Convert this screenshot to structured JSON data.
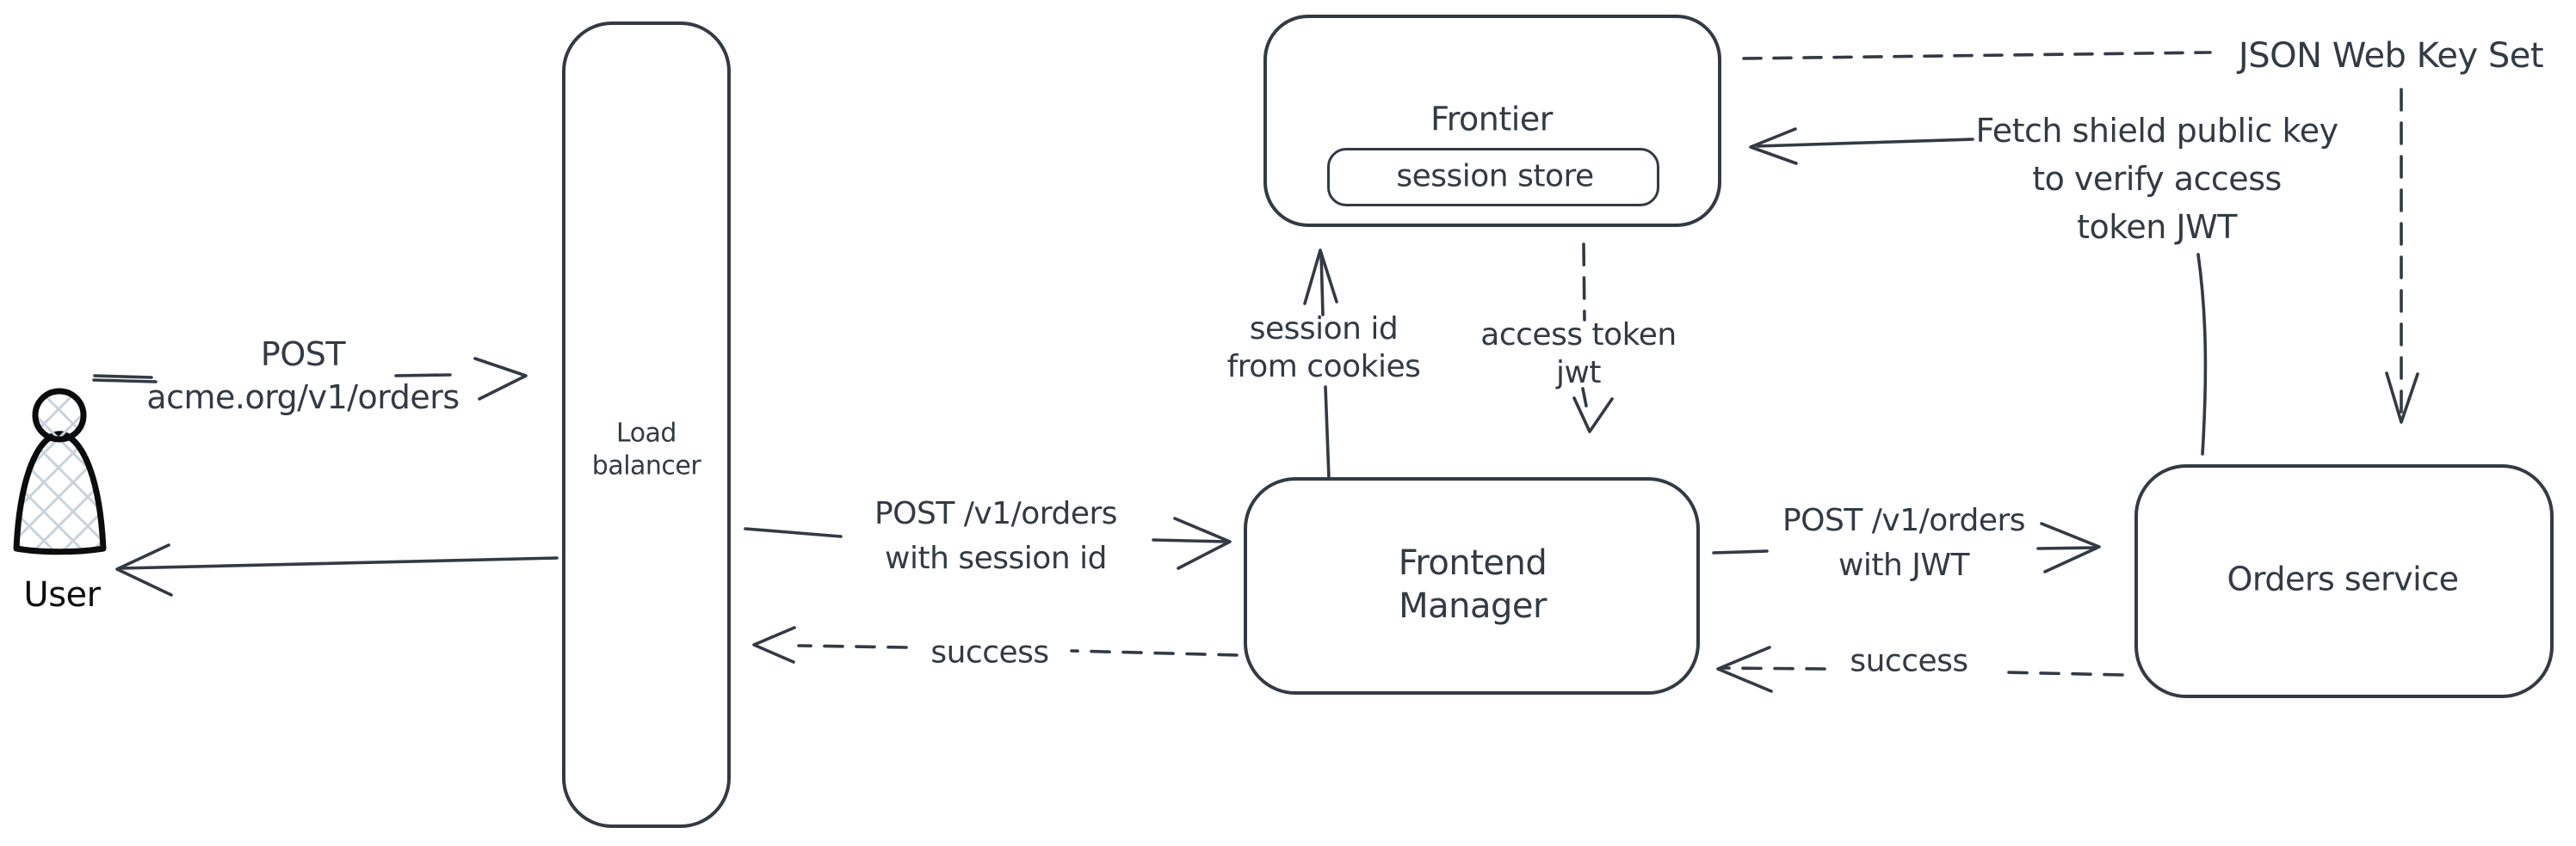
{
  "diagram": {
    "background_color": "#ffffff",
    "stroke_color": "#333a44",
    "user_stroke_color": "#0c0c0c",
    "hatch_color": "#c9d3db",
    "user": {
      "label": "User"
    },
    "nodes": {
      "load_balancer": {
        "line1": "Load",
        "line2": "balancer"
      },
      "frontier": {
        "title": "Frontier"
      },
      "session_store": {
        "label": "session store"
      },
      "frontend_manager": {
        "line1": "Frontend",
        "line2": "Manager"
      },
      "orders_service": {
        "label": "Orders service"
      }
    },
    "edges": {
      "user_request": {
        "line1": "POST",
        "line2": "acme.org/v1/orders"
      },
      "lb_to_frontend": {
        "line1": "POST /v1/orders",
        "line2": "with session id"
      },
      "frontend_to_lb_success": {
        "label": "success"
      },
      "session_lookup": {
        "line1": "session id",
        "line2": "from cookies"
      },
      "access_token": {
        "line1": "access token",
        "line2": "jwt"
      },
      "frontend_to_orders": {
        "line1": "POST /v1/orders",
        "line2": "with JWT"
      },
      "orders_to_frontend_success": {
        "label": "success"
      },
      "jwks": {
        "label": "JSON Web Key Set"
      },
      "fetch_key": {
        "line1": "Fetch shield public key",
        "line2": "to verify access",
        "line3": "token JWT"
      }
    }
  }
}
